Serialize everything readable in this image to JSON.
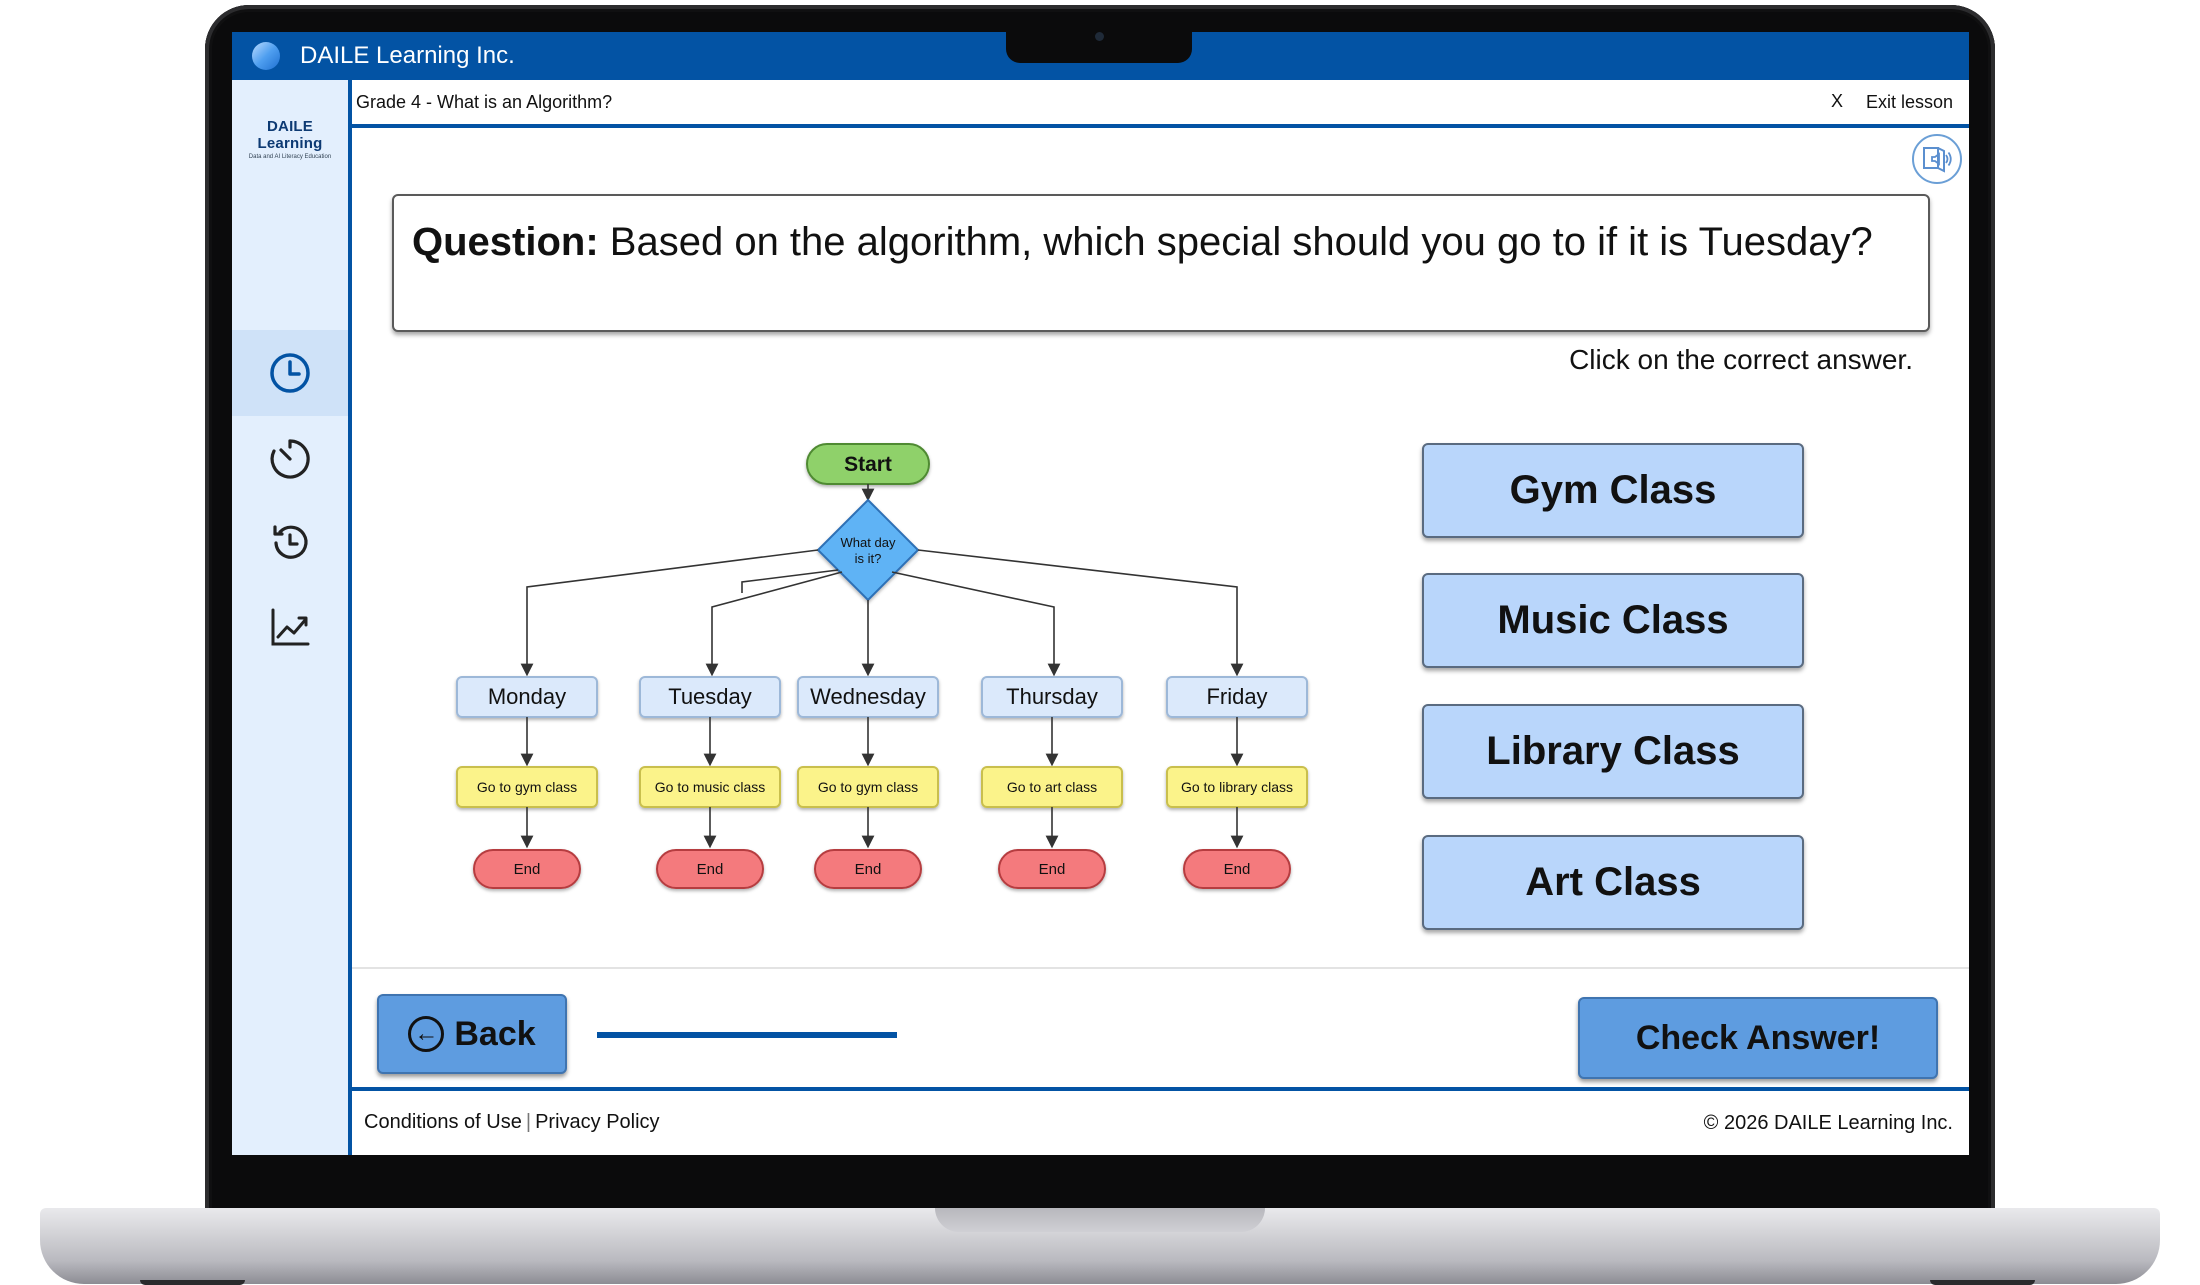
{
  "app": {
    "title": "DAILE Learning Inc."
  },
  "sidebar": {
    "brand_name": "DAILE Learning",
    "brand_tagline": "Data and AI Literacy Education",
    "items": [
      {
        "icon": "clock-icon",
        "active": true
      },
      {
        "icon": "timer-icon",
        "active": false
      },
      {
        "icon": "history-icon",
        "active": false
      },
      {
        "icon": "chart-trend-icon",
        "active": false
      }
    ]
  },
  "lesson": {
    "title": "Grade 4 - What is an Algorithm?",
    "exit_x": "X",
    "exit_label": "Exit lesson"
  },
  "question": {
    "label": "Question:",
    "text": "Based on the algorithm, which special should you go to if it is Tuesday?",
    "instruction": "Click on the correct answer."
  },
  "flowchart": {
    "start": "Start",
    "decision_line1": "What day",
    "decision_line2": "is it?",
    "branches": [
      {
        "day": "Monday",
        "action": "Go to gym class",
        "end": "End"
      },
      {
        "day": "Tuesday",
        "action": "Go to music class",
        "end": "End"
      },
      {
        "day": "Wednesday",
        "action": "Go to gym class",
        "end": "End"
      },
      {
        "day": "Thursday",
        "action": "Go to art class",
        "end": "End"
      },
      {
        "day": "Friday",
        "action": "Go to library class",
        "end": "End"
      }
    ]
  },
  "answers": [
    "Gym Class",
    "Music Class",
    "Library Class",
    "Art Class"
  ],
  "nav": {
    "back_label": "Back",
    "check_label": "Check Answer!",
    "progress_fraction": 1.0
  },
  "footer": {
    "conditions": "Conditions of Use",
    "privacy": "Privacy Policy",
    "copyright": "© 2026 DAILE Learning Inc."
  },
  "colors": {
    "brand_blue": "#0353a4",
    "answer_blue": "#b9d6fb",
    "button_blue": "#5e9ce0",
    "start_green": "#8fd16b",
    "decision_blue": "#5fb3f5",
    "action_yellow": "#fbf38a",
    "end_red": "#f47a7d",
    "day_blue": "#dbe9fb"
  }
}
